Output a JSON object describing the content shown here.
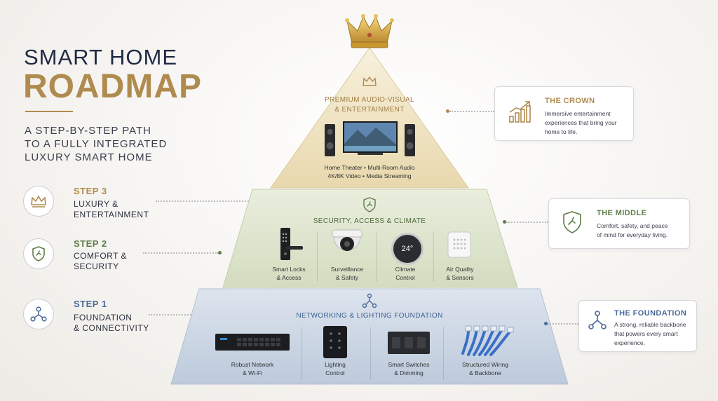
{
  "title": {
    "line1": "SMART HOME",
    "line2": "ROADMAP"
  },
  "subtitle": [
    "A STEP-BY-STEP PATH",
    "TO A FULLY INTEGRATED",
    "LUXURY SMART HOME"
  ],
  "steps": [
    {
      "number": "STEP 3",
      "label1": "LUXURY &",
      "label2": "ENTERTAINMENT",
      "icon": "crown-icon"
    },
    {
      "number": "STEP 2",
      "label1": "COMFORT &",
      "label2": "SECURITY",
      "icon": "shield-icon"
    },
    {
      "number": "STEP 1",
      "label1": "FOUNDATION",
      "label2": "& CONNECTIVITY",
      "icon": "network-icon"
    }
  ],
  "tiers": {
    "top": {
      "title1": "PREMIUM AUDIO-VISUAL",
      "title2": "& ENTERTAINMENT",
      "features1": "Home Theater  •  Multi-Room Audio",
      "features2": "4K/8K Video  •  Media Streaming"
    },
    "middle": {
      "title": "SECURITY, ACCESS & CLIMATE",
      "thermostat_reading": "24°",
      "items": [
        {
          "l1": "Smart Locks",
          "l2": "& Access"
        },
        {
          "l1": "Surveillance",
          "l2": "& Safety"
        },
        {
          "l1": "Climate",
          "l2": "Control"
        },
        {
          "l1": "Air Quality",
          "l2": "& Sensors"
        }
      ]
    },
    "bottom": {
      "title": "NETWORKING & LIGHTING FOUNDATION",
      "items": [
        {
          "l1": "Robust Network",
          "l2": "& Wi-Fi"
        },
        {
          "l1": "Lighting",
          "l2": "Control"
        },
        {
          "l1": "Smart Switches",
          "l2": "& Dimming"
        },
        {
          "l1": "Structured Wiring",
          "l2": "& Backbone"
        }
      ]
    }
  },
  "cards": [
    {
      "title": "THE CROWN",
      "body": [
        "Immersive entertainment",
        "experiences that bring your",
        "home to life."
      ],
      "icon": "growth-chart-icon"
    },
    {
      "title": "THE MIDDLE",
      "body": [
        "Comfort, safety, and peace",
        "of mind for everyday living."
      ],
      "icon": "shield-icon"
    },
    {
      "title": "THE FOUNDATION",
      "body": [
        "A strong, reliable backbone",
        "that powers every smart",
        "experience."
      ],
      "icon": "network-icon"
    }
  ],
  "colors": {
    "gold": "#b08b4f",
    "navy": "#1f2a44",
    "green": "#5f7d4a",
    "blue": "#4a6a99",
    "top_tier": "#efe4c6",
    "middle_tier": "#dfe6d0",
    "bottom_tier": "#cfd8e4"
  }
}
